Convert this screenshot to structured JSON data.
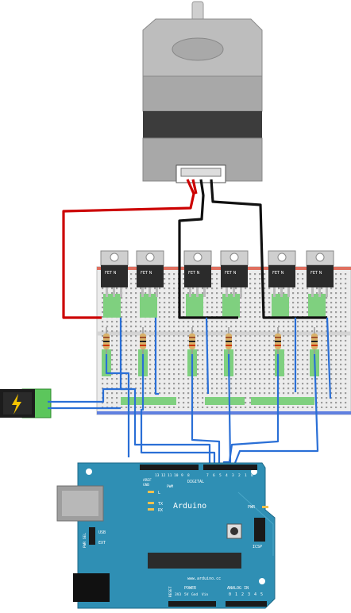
{
  "transistor": {
    "label": "FET N"
  },
  "arduino": {
    "brand": "Arduino",
    "website": "www.arduino.cc",
    "digital_header": "DIGITAL",
    "pwm": "PWM",
    "aref": "AREF",
    "gnd": "GND",
    "tx_label": "TX",
    "rx_label": "RX",
    "l_label": "L",
    "pwr_label": "PWR",
    "icsp": "ICSP",
    "usb": "USB",
    "ext": "EXT",
    "pwr_sel": "PWR SEL",
    "power": "POWER",
    "analog_in": "ANALOG IN",
    "reset": "RESET",
    "power_pins": [
      "3V3",
      "5V",
      "Gnd",
      "Vin"
    ],
    "analog_pins": [
      "0",
      "1",
      "2",
      "3",
      "4",
      "5"
    ],
    "digital_pins": [
      "13",
      "12",
      "11",
      "10",
      "9",
      "8",
      "7",
      "6",
      "5",
      "4",
      "3",
      "2",
      "1",
      "0"
    ]
  },
  "colors": {
    "board": "#2f8fb4",
    "wire_red": "#cc0000",
    "wire_black": "#111111",
    "wire_blue": "#2a6fd6",
    "breadboard": "#ececec",
    "led_green": "#7fd07f"
  }
}
